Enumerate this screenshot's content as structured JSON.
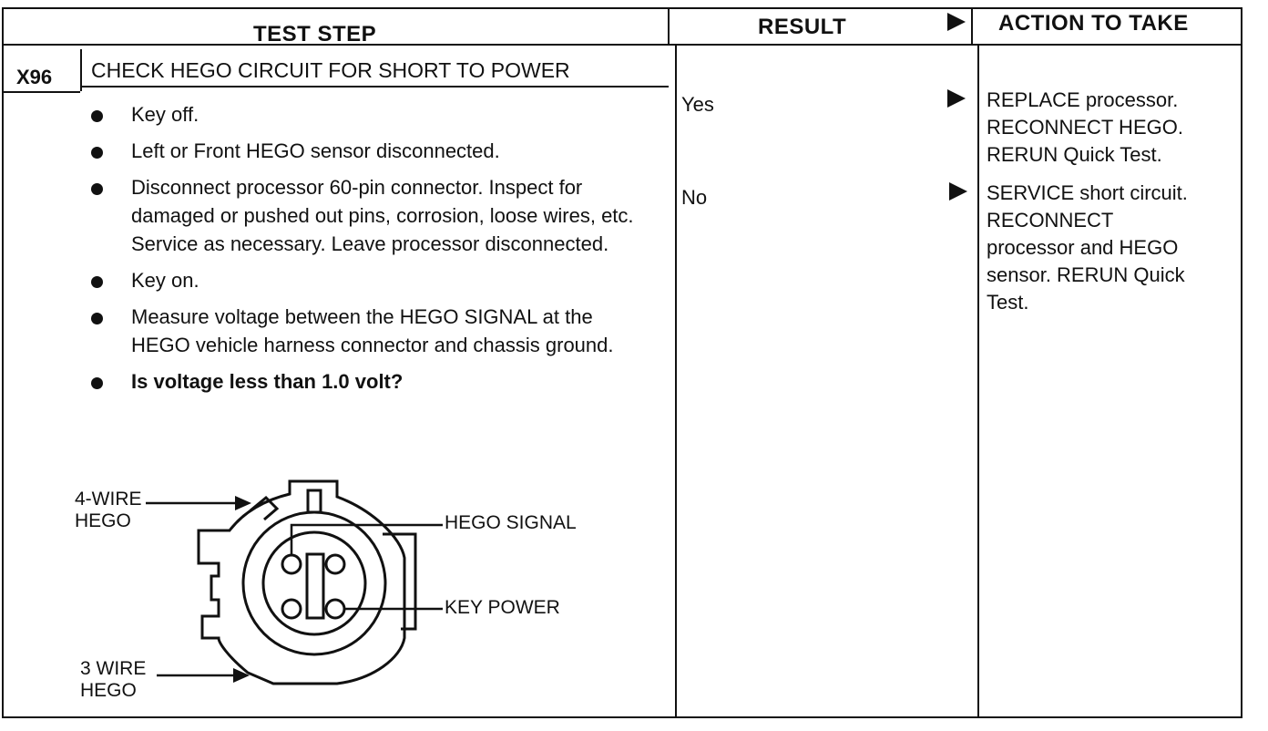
{
  "headers": {
    "test_step": "TEST STEP",
    "result": "RESULT",
    "action": "ACTION TO TAKE"
  },
  "step": {
    "id": "X96",
    "title": "CHECK HEGO CIRCUIT FOR SHORT TO POWER"
  },
  "bullets": [
    "Key off.",
    "Left or Front HEGO sensor disconnected.",
    "Disconnect processor 60-pin connector. Inspect for damaged or pushed out pins, corrosion, loose wires, etc. Service as necessary. Leave processor disconnected.",
    "Key on.",
    "Measure voltage between the HEGO SIGNAL at the HEGO vehicle harness connector and chassis ground.",
    "Is voltage less than 1.0 volt?"
  ],
  "results": [
    {
      "label": "Yes",
      "action_lines": [
        "REPLACE processor.",
        "RECONNECT HEGO.",
        "RERUN Quick Test."
      ]
    },
    {
      "label": "No",
      "action_lines": [
        "SERVICE short circuit.",
        "RECONNECT",
        "processor and HEGO",
        "sensor. RERUN Quick",
        "Test."
      ]
    }
  ],
  "diagram": {
    "four_wire_line1": "4-WIRE",
    "four_wire_line2": "HEGO",
    "three_wire_line1": "3 WIRE",
    "three_wire_line2": "HEGO",
    "hego_signal": "HEGO SIGNAL",
    "key_power": "KEY POWER"
  }
}
